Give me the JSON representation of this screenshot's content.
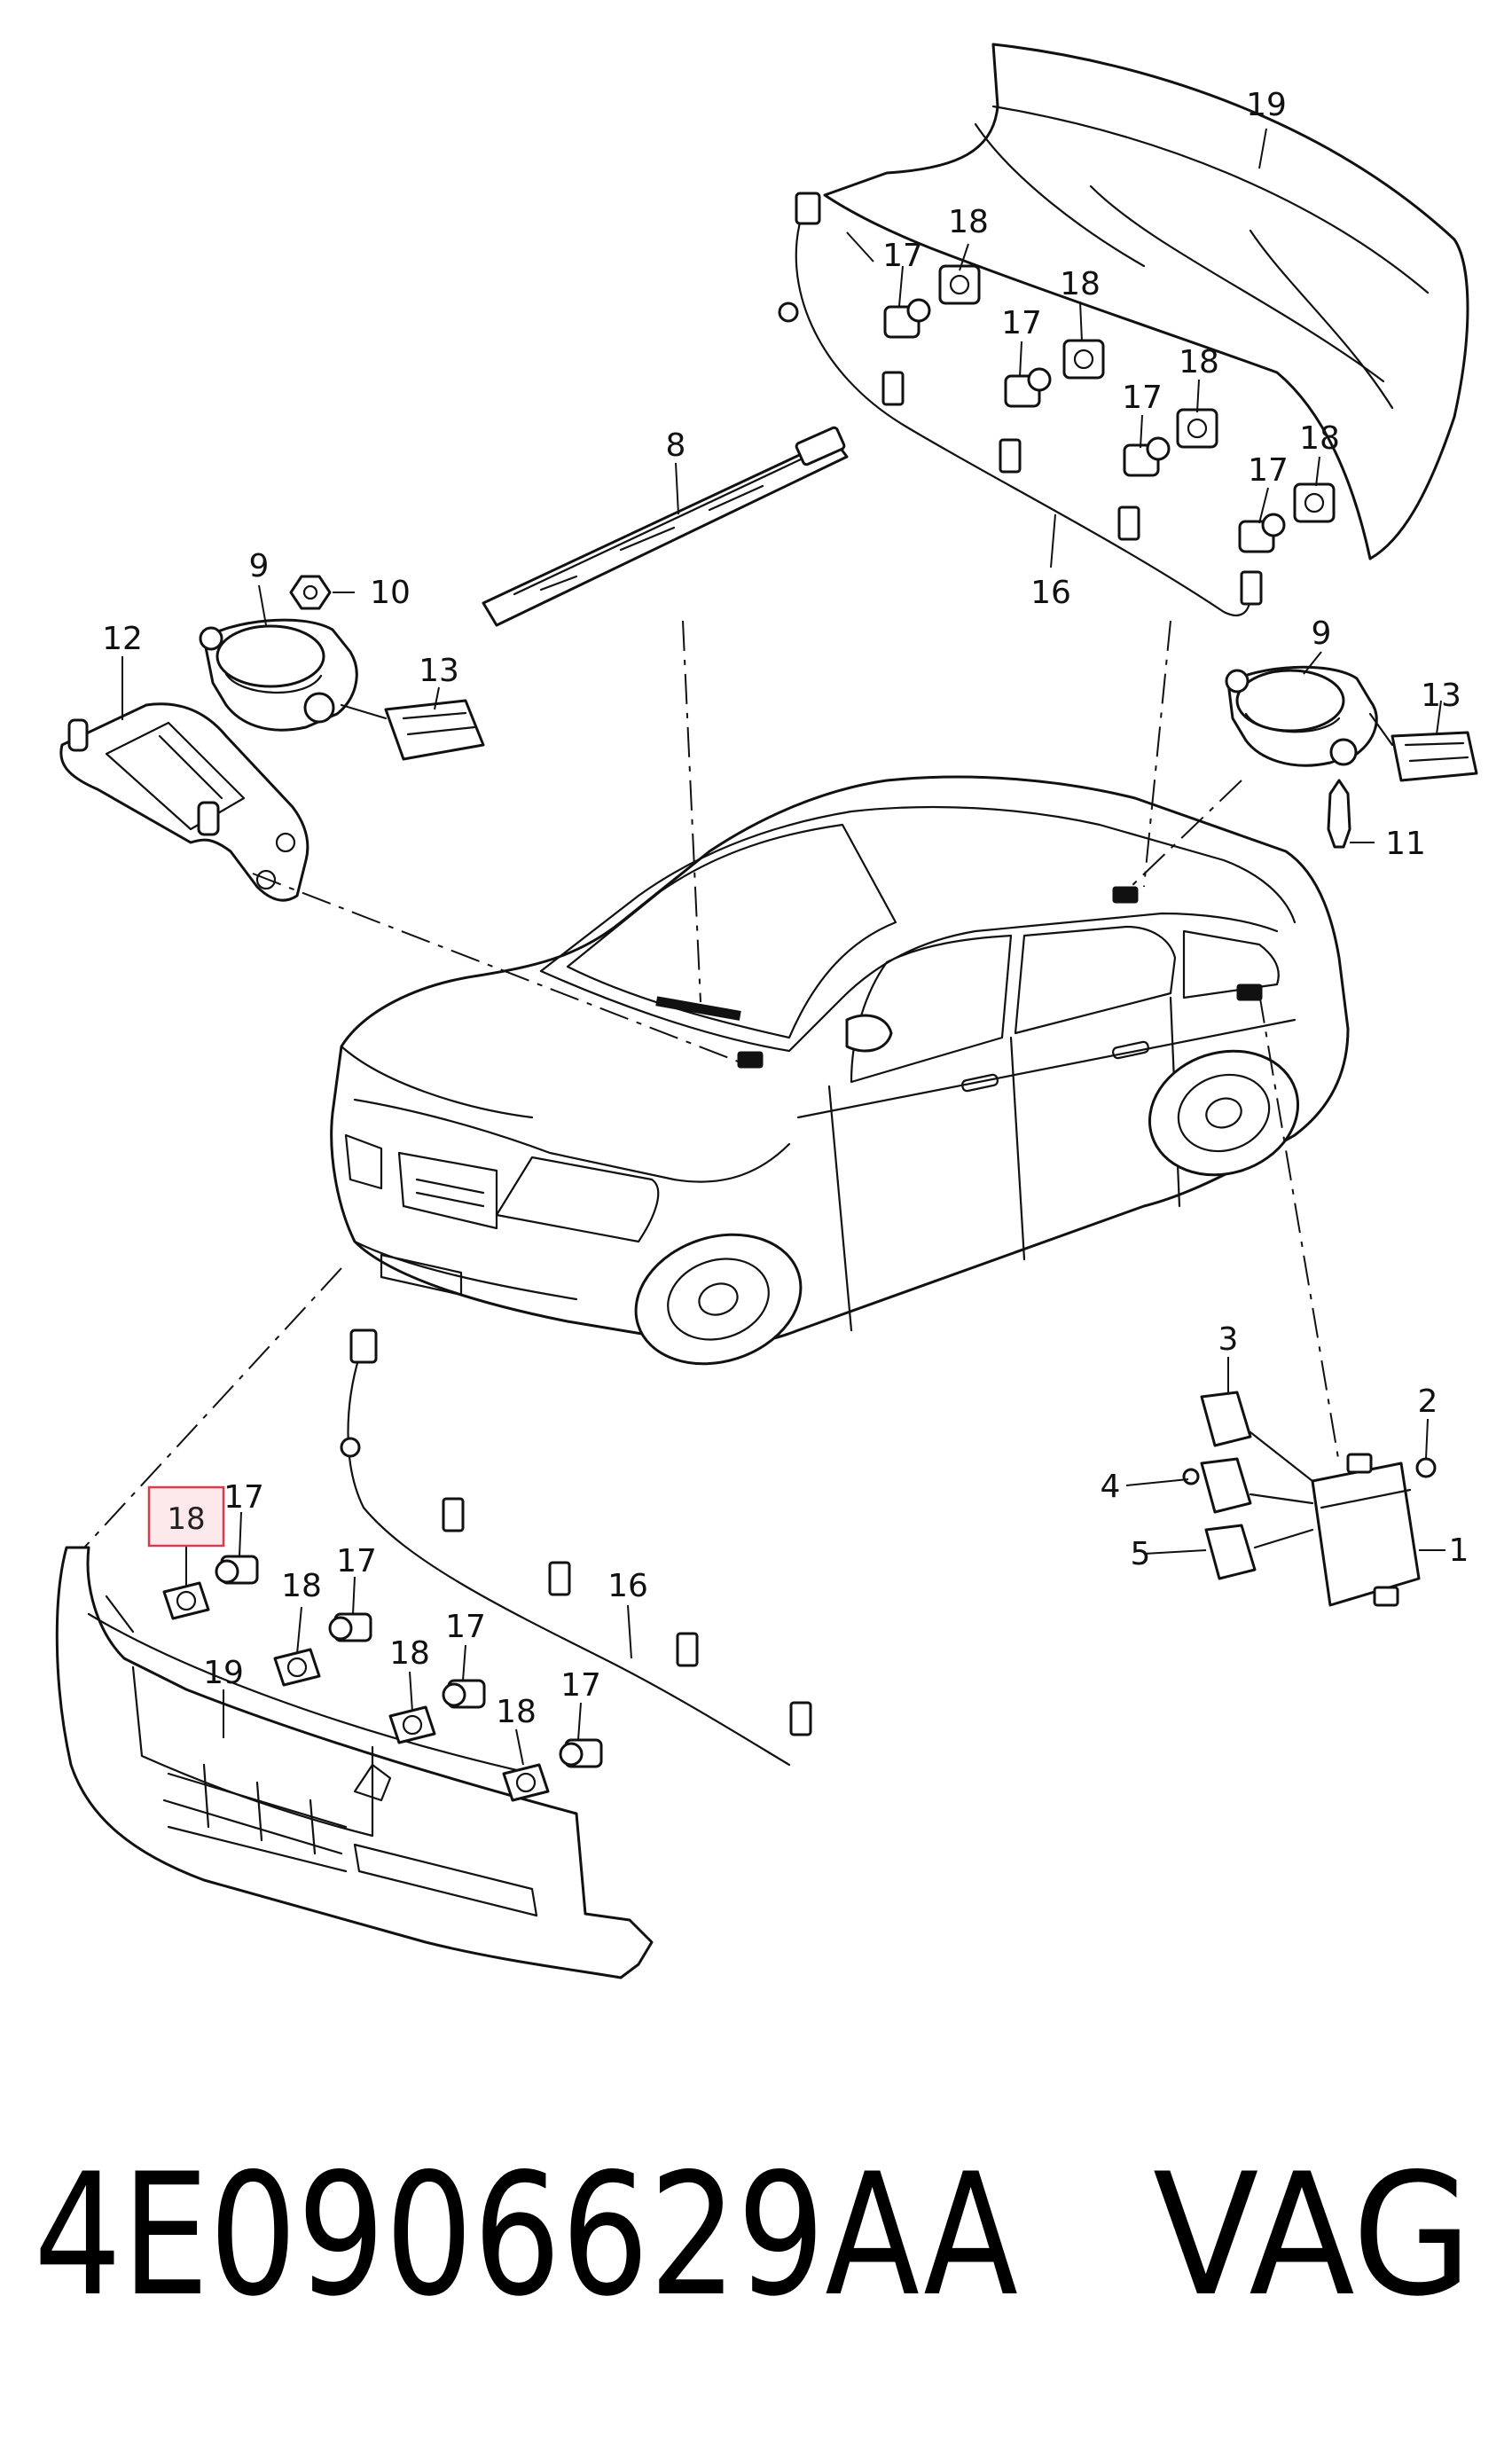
{
  "diagram": {
    "callouts": {
      "n1": "1",
      "n2": "2",
      "n3": "3",
      "n4": "4",
      "n5": "5",
      "n8": "8",
      "n9a": "9",
      "n9b": "9",
      "n10": "10",
      "n11": "11",
      "n12": "12",
      "n13a": "13",
      "n13b": "13",
      "n16a": "16",
      "n16b": "16",
      "n17a": "17",
      "n17b": "17",
      "n17c": "17",
      "n17d": "17",
      "n17e": "17",
      "n17f": "17",
      "n17g": "17",
      "n17h": "17",
      "n18a": "18",
      "n18b": "18",
      "n18c": "18",
      "n18d": "18",
      "n18e": "18",
      "n18f": "18",
      "n18g": "18",
      "n18h": "18",
      "n19a": "19",
      "n19b": "19"
    },
    "highlighted_callout": "18",
    "highlight_color": "#d83a4e"
  },
  "footer": {
    "part_number": "4E0906629AA",
    "brand": "VAG"
  }
}
